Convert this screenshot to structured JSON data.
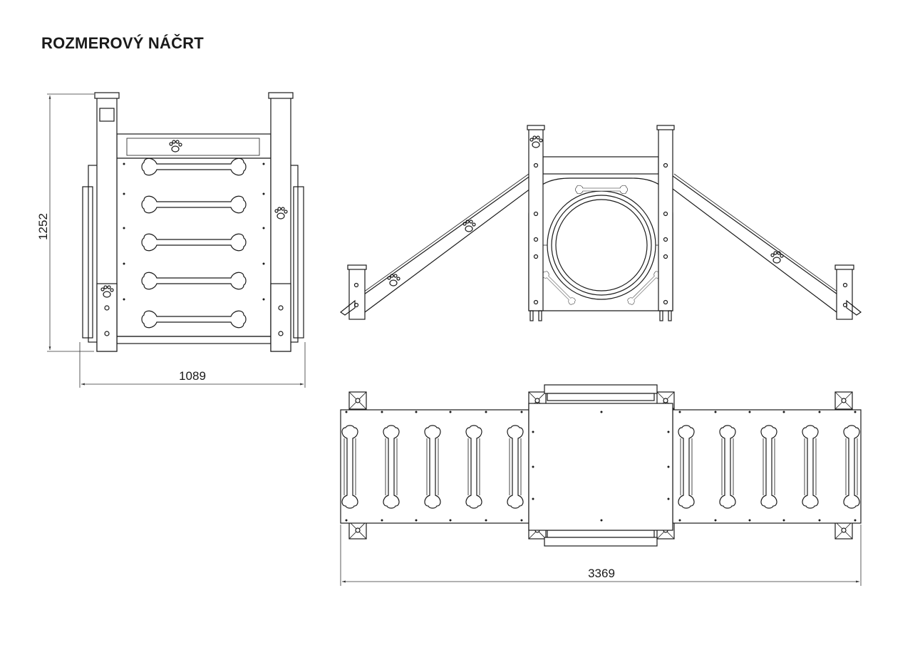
{
  "title": "ROZMEROVÝ NÁČRT",
  "dimensions": {
    "side_height": "1252",
    "side_width": "1089",
    "top_length": "3369"
  },
  "colors": {
    "line": "#1a1a1a",
    "background": "#ffffff"
  }
}
